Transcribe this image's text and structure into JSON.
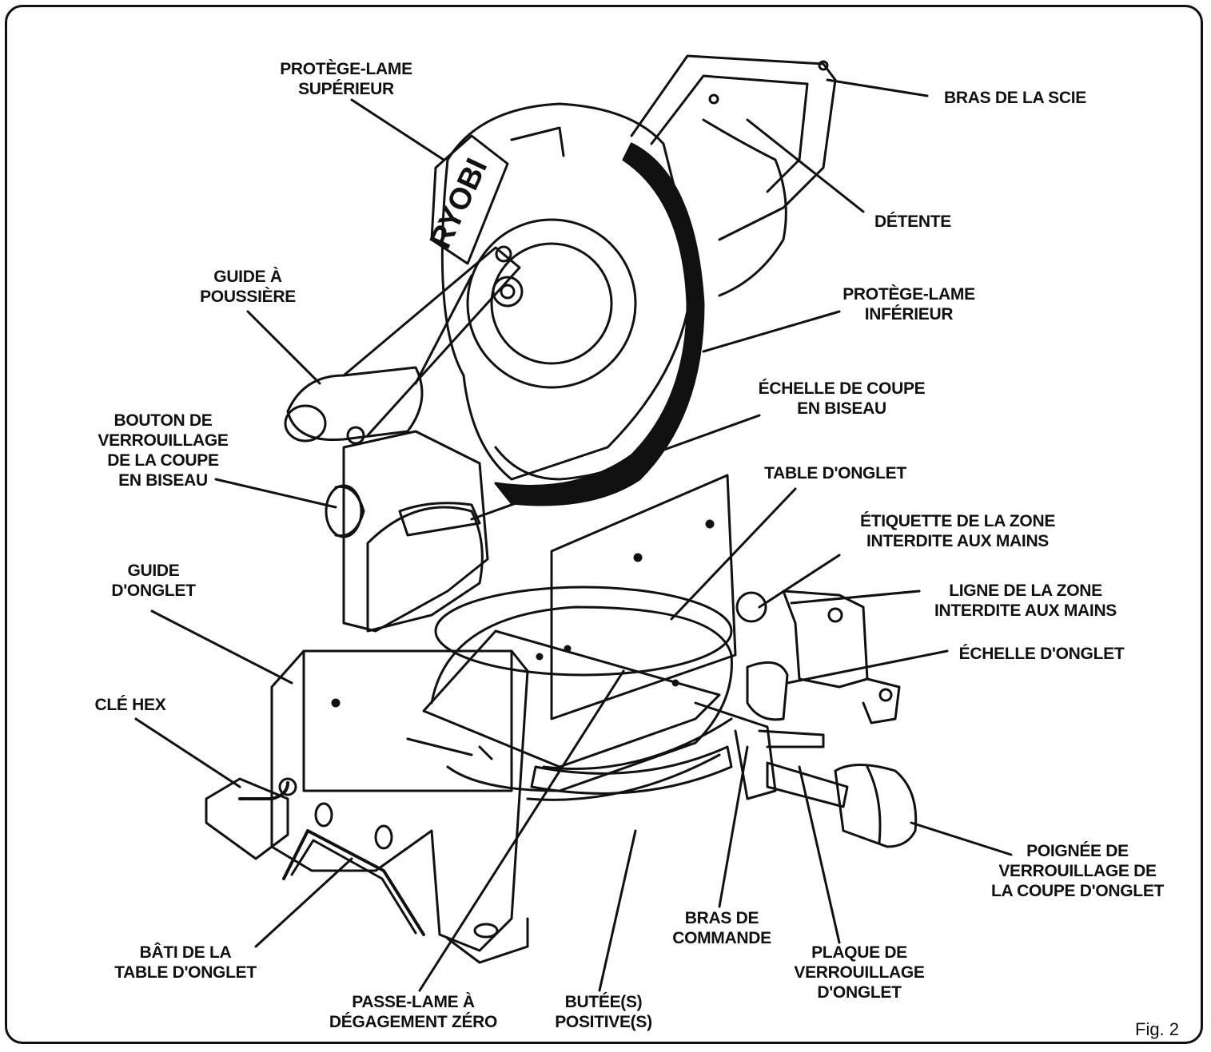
{
  "labels": {
    "upper_guard": [
      "PROTÈGE-LAME",
      "SUPÉRIEUR"
    ],
    "saw_arm": [
      "BRAS DE LA SCIE"
    ],
    "trigger": [
      "DÉTENTE"
    ],
    "dust_guide": [
      "GUIDE À",
      "POUSSIÈRE"
    ],
    "lower_guard": [
      "PROTÈGE-LAME",
      "INFÉRIEUR"
    ],
    "bevel_scale": [
      "ÉCHELLE DE COUPE",
      "EN BISEAU"
    ],
    "bevel_lock_knob": [
      "BOUTON DE",
      "VERROUILLAGE",
      "DE LA COUPE",
      "EN BISEAU"
    ],
    "miter_table": [
      "TABLE D'ONGLET"
    ],
    "no_hands_label": [
      "ÉTIQUETTE DE LA ZONE",
      "INTERDITE AUX MAINS"
    ],
    "miter_fence": [
      "GUIDE",
      "D'ONGLET"
    ],
    "no_hands_line": [
      "LIGNE DE LA ZONE",
      "INTERDITE AUX MAINS"
    ],
    "miter_scale": [
      "ÉCHELLE D'ONGLET"
    ],
    "hex_key": [
      "CLÉ HEX"
    ],
    "miter_lock_handle": [
      "POIGNÉE DE",
      "VERROUILLAGE DE",
      "LA COUPE D'ONGLET"
    ],
    "control_arm": [
      "BRAS DE",
      "COMMANDE"
    ],
    "table_frame": [
      "BÂTI DE LA",
      "TABLE D'ONGLET"
    ],
    "miter_lock_plate": [
      "PLAQUE DE",
      "VERROUILLAGE",
      "D'ONGLET"
    ],
    "zero_clearance": [
      "PASSE-LAME À",
      "DÉGAGEMENT ZÉRO"
    ],
    "positive_stops": [
      "BUTÉE(S)",
      "POSITIVE(S)"
    ]
  },
  "brand": "RYOBI",
  "figure": "Fig. 2"
}
